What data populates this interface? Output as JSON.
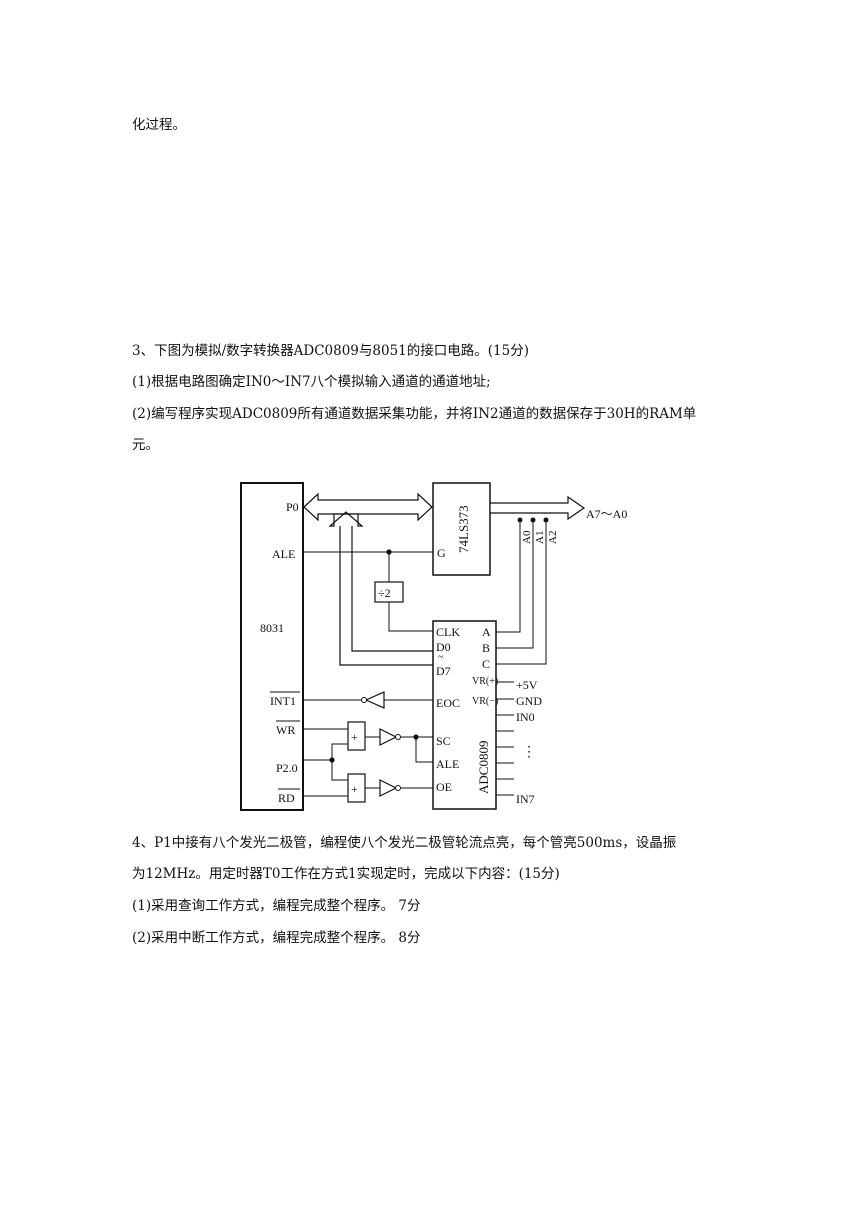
{
  "lines": [
    "化过程。",
    "3、下图为模拟/数字转换器ADC0809与8051的接口电路。(15分)",
    "(1)根据电路图确定IN0～IN7八个模拟输入通道的通道地址;",
    "(2)编写程序实现ADC0809所有通道数据采集功能，并将IN2通道的数据保存于30H的RAM单",
    "元。",
    "4、P1中接有八个发光二极管，编程使八个发光二极管轮流点亮，每个管亮500ms，设晶振",
    "为12MHz。用定时器T0工作在方式1实现定时，完成以下内容：(15分)",
    "(1)采用查询工作方式，编程完成整个程序。 7分",
    "(2)采用中断工作方式，编程完成整个程序。 8分"
  ],
  "circuit": {
    "mcu_name": "8031",
    "mcu_pins": {
      "p0": "P0",
      "ale": "ALE",
      "int1": "INT1",
      "wr": "WR",
      "p20": "P2.0",
      "rd": "RD"
    },
    "latch_name": "74LS373",
    "latch_gate": "G",
    "divider": "÷2",
    "address_bus": "A7～A0",
    "address_taps": [
      "A0",
      "A1",
      "A2"
    ],
    "adc_name": "ADC0809",
    "adc_left_pins": [
      "CLK",
      "D0",
      "~",
      "D7",
      "EOC",
      "SC",
      "ALE",
      "OE"
    ],
    "adc_right_pins": [
      "A",
      "B",
      "C",
      "VR(+)",
      "VR(−)"
    ],
    "adc_outputs": [
      "+5V",
      "GND",
      "IN0",
      "⋮",
      "IN7"
    ],
    "gate_symbol": "+"
  }
}
